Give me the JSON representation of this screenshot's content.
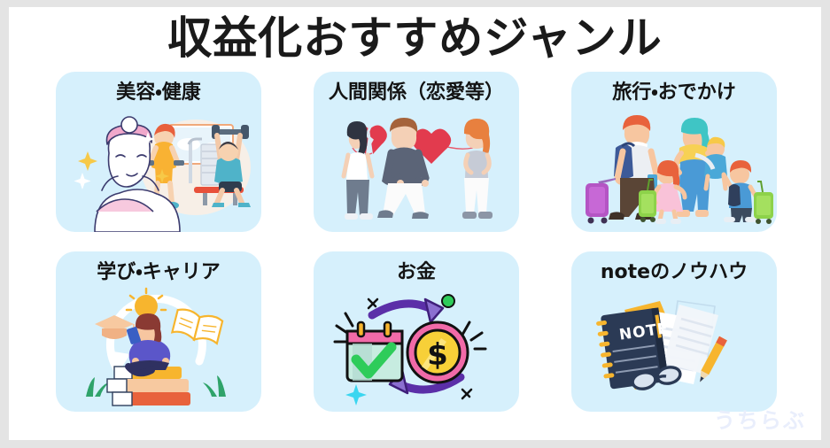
{
  "page": {
    "title": "収益化おすすめジャンル",
    "watermark": "うちらぶ",
    "background_color": "#ffffff",
    "frame_color": "#e4e4e4",
    "card_color": "#d6f0fc",
    "title_color": "#1a1a1a",
    "watermark_color": "#e9eefc"
  },
  "cards": [
    {
      "label": "美容・健康",
      "illustration": "beauty-fitness-illustration"
    },
    {
      "label": "人間関係（恋愛等）",
      "illustration": "relationship-hearts-illustration"
    },
    {
      "label": "旅行・おでかけ",
      "illustration": "family-travel-luggage-illustration"
    },
    {
      "label": "学び・キャリア",
      "illustration": "study-books-lightbulb-illustration"
    },
    {
      "label": "お金",
      "illustration": "money-coin-calendar-illustration"
    },
    {
      "label": "noteのノウハウ",
      "illustration": "notebook-papers-illustration"
    }
  ]
}
